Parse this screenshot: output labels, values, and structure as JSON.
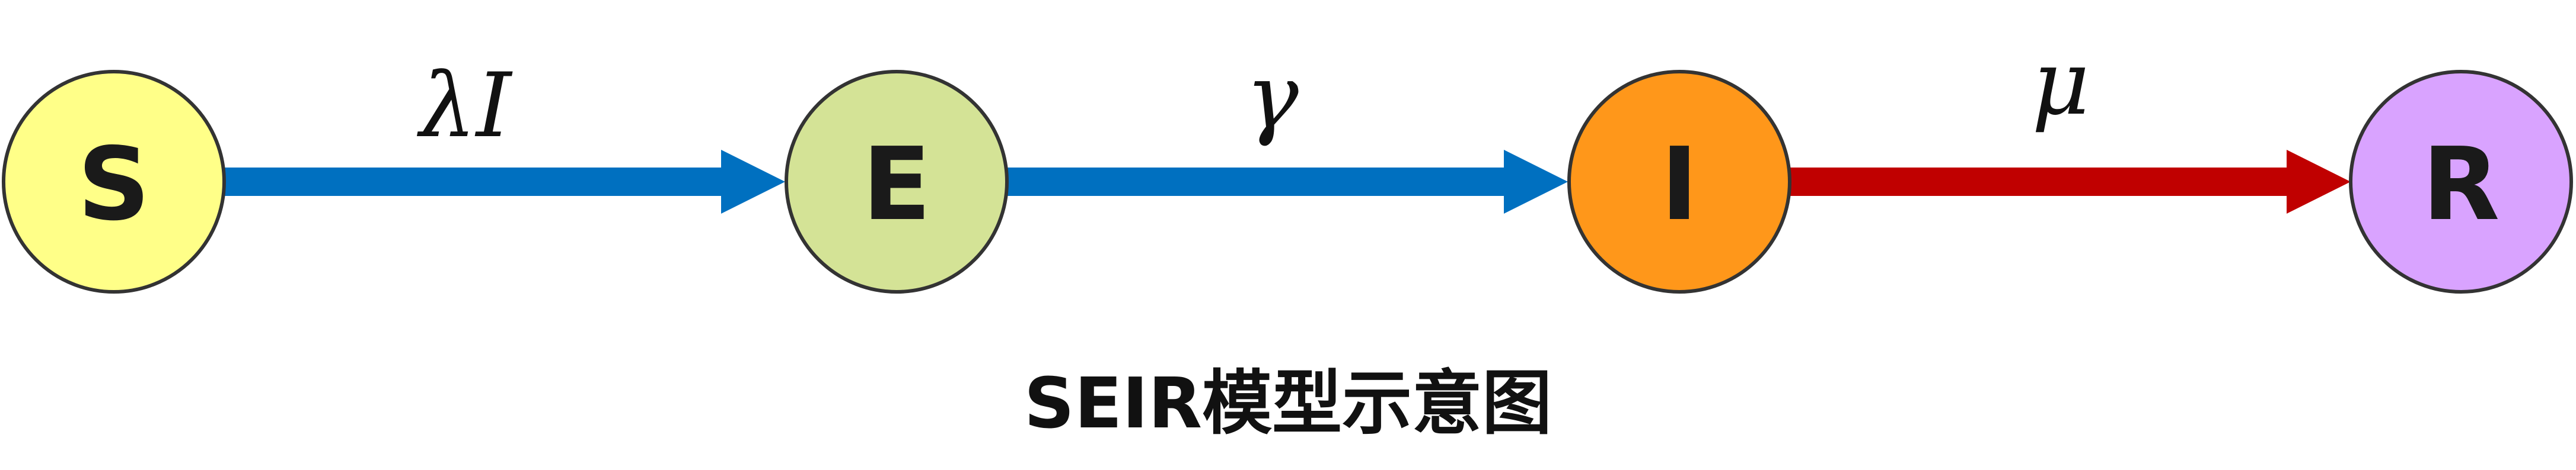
{
  "diagram": {
    "title": "SEIR模型示意图",
    "nodes": [
      {
        "id": "S",
        "label": "S",
        "fill": "#FFFF88"
      },
      {
        "id": "E",
        "label": "E",
        "fill": "#D4E396"
      },
      {
        "id": "I",
        "label": "I",
        "fill": "#FF971A"
      },
      {
        "id": "R",
        "label": "R",
        "fill": "#D9A3FF"
      }
    ],
    "edges": [
      {
        "from": "S",
        "to": "E",
        "label": "λI",
        "color": "#0070C0"
      },
      {
        "from": "E",
        "to": "I",
        "label": "γ",
        "color": "#0070C0"
      },
      {
        "from": "I",
        "to": "R",
        "label": "μ",
        "color": "#C00000"
      }
    ]
  }
}
